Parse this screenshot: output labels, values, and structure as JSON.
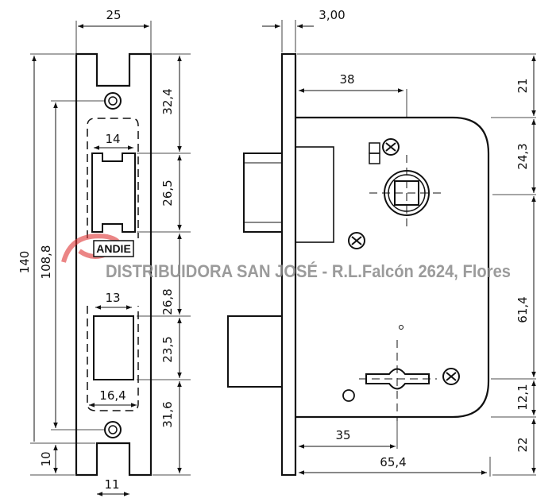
{
  "faceplate_view": {
    "width": "25",
    "dims_right": [
      "32,4",
      "26,5",
      "26,8",
      "23,5",
      "31,6"
    ],
    "total_height": "140",
    "screw_spacing": "108,8",
    "bottom_offset": "10",
    "bottom_notch_width": "11",
    "latch_window_width": "14",
    "bolt_window_width": "13",
    "bolt_outline_width": "16,4"
  },
  "side_view": {
    "faceplate_thickness": "3,00",
    "backset_follower": "38",
    "backset_key": "35",
    "body_depth": "65,4",
    "dims_right": [
      "21",
      "24,3",
      "61,4",
      "12,1",
      "22"
    ]
  },
  "logo": {
    "text": "ANDIE"
  },
  "watermark": {
    "text": "DISTRIBUIDORA SAN JOSÉ - R.L.Falcón 2624, Flores",
    "color": "#8a8a8a"
  }
}
